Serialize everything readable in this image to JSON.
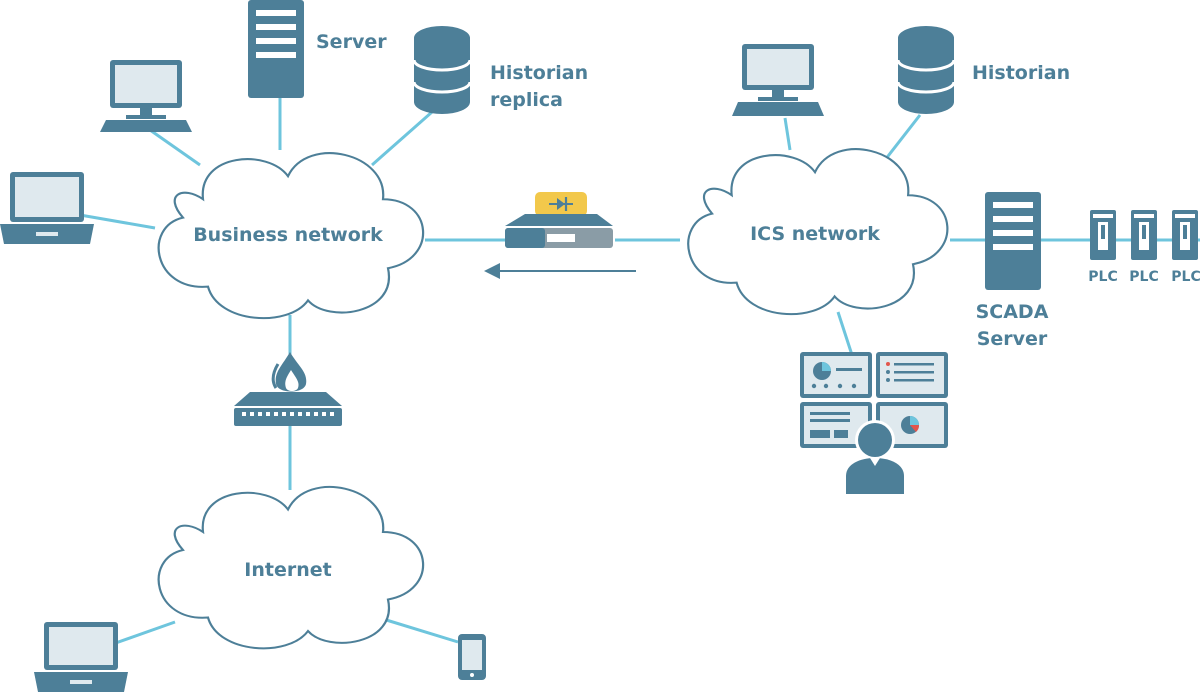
{
  "clouds": {
    "business": "Business network",
    "ics": "ICS network",
    "internet": "Internet"
  },
  "labels": {
    "server": "Server",
    "historian_replica_line1": "Historian",
    "historian_replica_line2": "replica",
    "historian": "Historian",
    "scada_line1": "SCADA",
    "scada_line2": "Server",
    "plc": "PLC"
  },
  "icons": {
    "workstation": "desktop-computer-icon",
    "laptop": "laptop-icon",
    "server": "server-tower-icon",
    "database": "database-icon",
    "firewall": "firewall-icon",
    "data_diode": "data-diode-icon",
    "plc": "plc-icon",
    "operator": "operator-console-icon",
    "phone": "smartphone-icon"
  },
  "colors": {
    "device": "#4d7f98",
    "link": "#6ec5dd",
    "cloud_stroke": "#4d7f98",
    "diode_badge": "#f2c84b",
    "flame": "#4d7f98",
    "arrow": "#4d7f98"
  },
  "flow_direction": "ICS network to Business network"
}
